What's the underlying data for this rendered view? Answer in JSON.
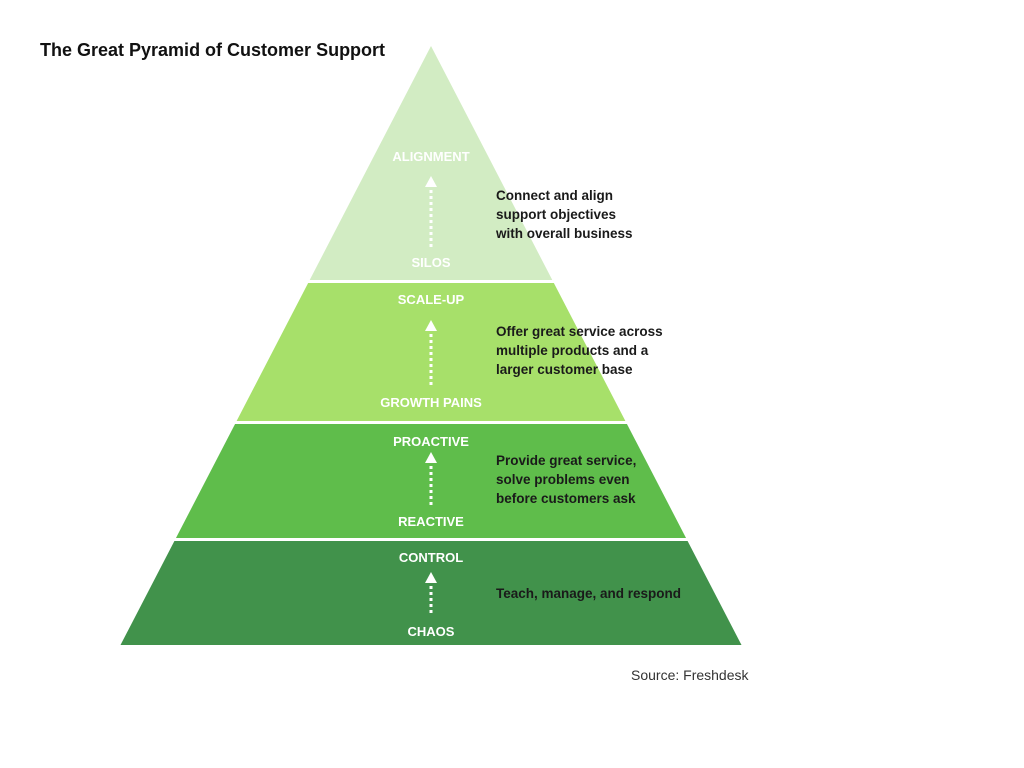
{
  "title": "The Great Pyramid of Customer Support",
  "source": "Source: Freshdesk",
  "levels": [
    {
      "top_label": "ALIGNMENT",
      "bottom_label": "SILOS",
      "description": [
        "Connect and align",
        "support objectives",
        "with overall business"
      ],
      "color": "#d2ecc3"
    },
    {
      "top_label": "SCALE-UP",
      "bottom_label": "GROWTH PAINS",
      "description": [
        "Offer great service across",
        "multiple products and a",
        "larger customer base"
      ],
      "color": "#a7e06a"
    },
    {
      "top_label": "PROACTIVE",
      "bottom_label": "REACTIVE",
      "description": [
        "Provide great service,",
        "solve problems even",
        "before customers ask"
      ],
      "color": "#5fbd4b"
    },
    {
      "top_label": "CONTROL",
      "bottom_label": "CHAOS",
      "description": [
        "Teach, manage, and respond"
      ],
      "color": "#41924b"
    }
  ],
  "colors": {
    "label_text": "#ffffff",
    "description_text": "#1a1a1a",
    "arrow": "#ffffff"
  }
}
